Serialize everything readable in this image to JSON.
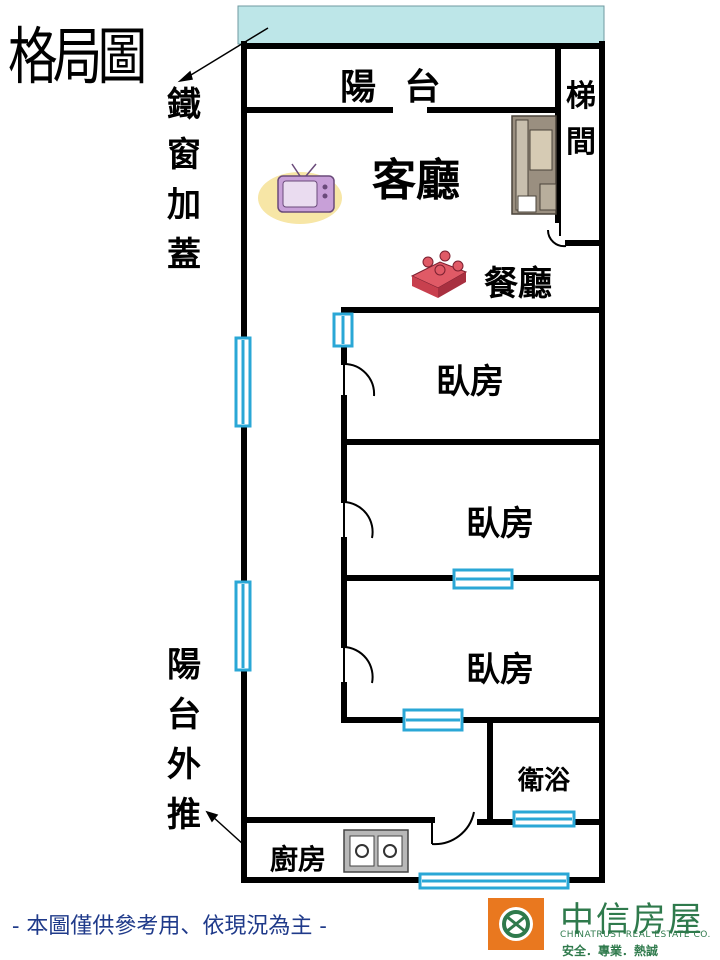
{
  "title": "格局圖",
  "annotations": {
    "iron_window": [
      "鐵",
      "窗",
      "加",
      "蓋"
    ],
    "balcony_out": [
      "陽",
      "台",
      "外",
      "推"
    ]
  },
  "rooms": {
    "balcony": "陽  台",
    "stairwell": [
      "梯",
      "間"
    ],
    "living_room": "客廳",
    "dining_room": "餐廳",
    "bedroom_1": "臥房",
    "bedroom_2": "臥房",
    "bedroom_3": "臥房",
    "bathroom": "衛浴",
    "kitchen": "廚房"
  },
  "footer": {
    "note": "- 本圖僅供參考用、依現況為主 -",
    "brand_name": "中信房屋",
    "brand_english": "CHINATRUST REAL ESTATE CO.",
    "brand_slogan": "安全．專業．熱誠"
  },
  "colors": {
    "wall": "#000000",
    "window": "#2aa7d6",
    "balcony_cover": "#bde6e8",
    "logo_orange": "#e9781f",
    "logo_green": "#2f7a4c"
  }
}
